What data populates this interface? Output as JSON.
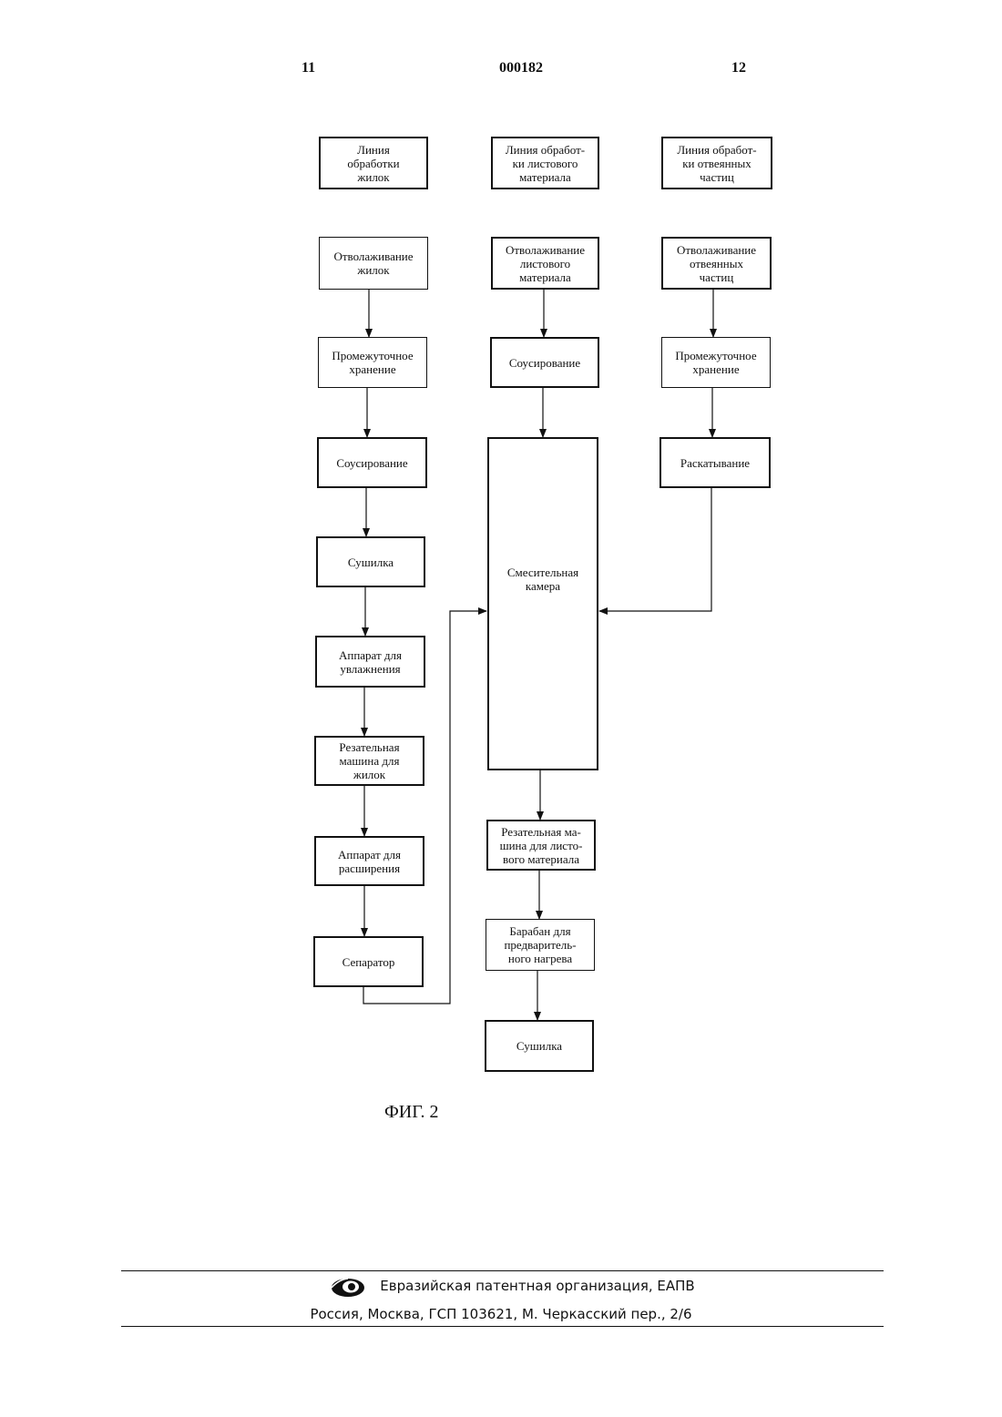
{
  "header": {
    "left": "11",
    "center": "000182",
    "right": "12"
  },
  "boxes": {
    "line_veins": "Линия\nобработки\nжилок",
    "line_sheet": "Линия обработ-\nки листового\nматериала",
    "line_winnowed": "Линия обработ-\nки отвеянных\nчастиц",
    "veins_conditioning": "Отволаживание\nжилок",
    "sheet_conditioning": "Отволаживание\nлистового\nматериала",
    "winnowed_conditioning": "Отволаживание\nотвеянных\nчастиц",
    "veins_storage": "Промежуточное\nхранение",
    "sheet_casing": "Соусирование",
    "winnowed_storage": "Промежуточное\nхранение",
    "veins_casing": "Соусирование",
    "mixing_chamber": "Смесительная\nкамера",
    "winnowed_rolling": "Раскатывание",
    "veins_dryer": "Сушилка",
    "veins_humidifier": "Аппарат для\nувлажнения",
    "veins_cutter": "Резательная\nмашина для\nжилок",
    "veins_expander": "Аппарат для\nрасширения",
    "separator": "Сепаратор",
    "sheet_cutter": "Резательная ма-\nшина для листо-\nвого материала",
    "preheat_drum": "Барабан для\nпредваритель-\nного нагрева",
    "sheet_dryer": "Сушилка"
  },
  "figure_label": "ФИГ. 2",
  "footer": {
    "org": "Евразийская патентная организация, ЕАПВ",
    "address": "Россия, Москва, ГСП 103621, М. Черкасский пер., 2/6",
    "logo_icon": "eapo-eye-logo-icon"
  }
}
